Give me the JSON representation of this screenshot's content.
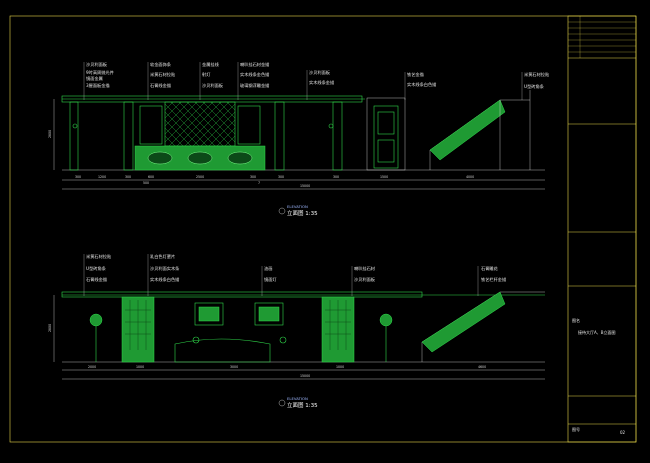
{
  "elevation_a": {
    "labels_left": [
      "沙贝利面板",
      "9吋高周抛光件",
      "镜面金属",
      "3厘面板金描"
    ],
    "labels_mid1": [
      "软金面饰条",
      "米黄石材拉贴",
      "石膏线金描"
    ],
    "labels_mid2": [
      "金属挂线",
      "射灯",
      "沙贝利面板"
    ],
    "labels_mid3": [
      "喇叭挂石材金描",
      "实木线条金色描",
      "玻璃钢浮雕金描"
    ],
    "labels_mid4": [
      "沙贝利面板",
      "实木线条金描"
    ],
    "labels_door": [
      "铁艺金描",
      "实木线条白色描"
    ],
    "labels_right": [
      "米黄石材拉贴",
      "U型砖角条"
    ],
    "dims": [
      "300",
      "1200",
      "300",
      "600",
      "2500",
      "300",
      "300",
      "300",
      "1500",
      "4000"
    ],
    "dim_sub": [
      "500",
      "7"
    ],
    "total": "15000",
    "height": "2800",
    "caption_en": "ELEVATION",
    "caption_cn": "立面图 1:35"
  },
  "elevation_b": {
    "labels_left": [
      "米黄石材拉贴",
      "U型砖角条",
      "石膏线金描"
    ],
    "labels_mid1": [
      "乳白色灯罩片",
      "沙贝利面实木条",
      "实木线条白色描"
    ],
    "labels_mid2": [
      "油画",
      "镜面灯"
    ],
    "labels_mid3": [
      "喇叭挂石材",
      "沙贝利面板"
    ],
    "labels_right": [
      "石膏雕花",
      "铁艺栏杆金描"
    ],
    "dims": [
      "2000",
      "1000",
      "3000",
      "1000",
      "4600"
    ],
    "total": "15000",
    "height": "2800",
    "caption_en": "ELEVATION",
    "caption_cn": "立面图 1:35"
  },
  "title_block": {
    "label_name": "图名",
    "drawing_name": "接待大厅A、B立面图",
    "label_no": "图号",
    "drawing_no": "02"
  }
}
